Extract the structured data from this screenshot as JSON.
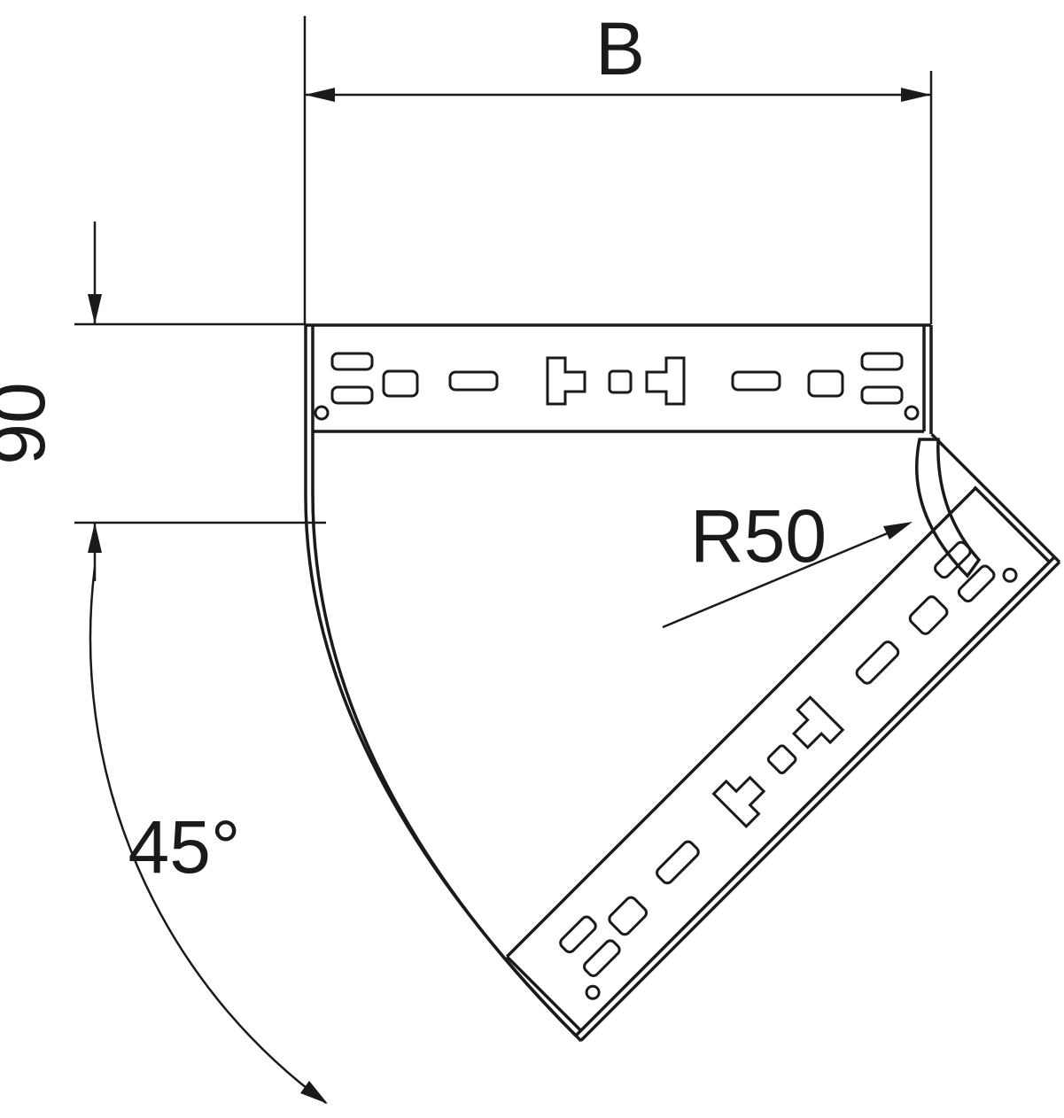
{
  "drawing": {
    "labels": {
      "width": "B",
      "height": "90",
      "angle": "45°",
      "radius": "R50"
    },
    "colors": {
      "line": "#1a1a1a",
      "background": "#ffffff"
    }
  }
}
